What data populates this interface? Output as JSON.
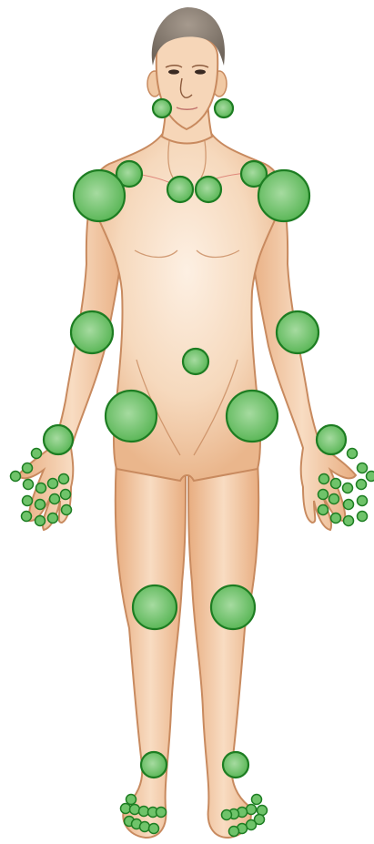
{
  "diagram": {
    "colors": {
      "skin": "#f3cfad",
      "skin_light": "#fbe6d3",
      "skin_outline": "#c88a5f",
      "hair": "#8a7f74",
      "joint_fill": "#6fc36a",
      "joint_fill_light": "#a6dba0",
      "joint_stroke": "#1d7d22"
    },
    "joint_groups": [
      "jaw",
      "sternoclavicular",
      "acromioclavicular",
      "shoulder",
      "elbow",
      "wrist",
      "finger",
      "hip",
      "knee",
      "ankle",
      "toe",
      "navel-marker"
    ]
  }
}
